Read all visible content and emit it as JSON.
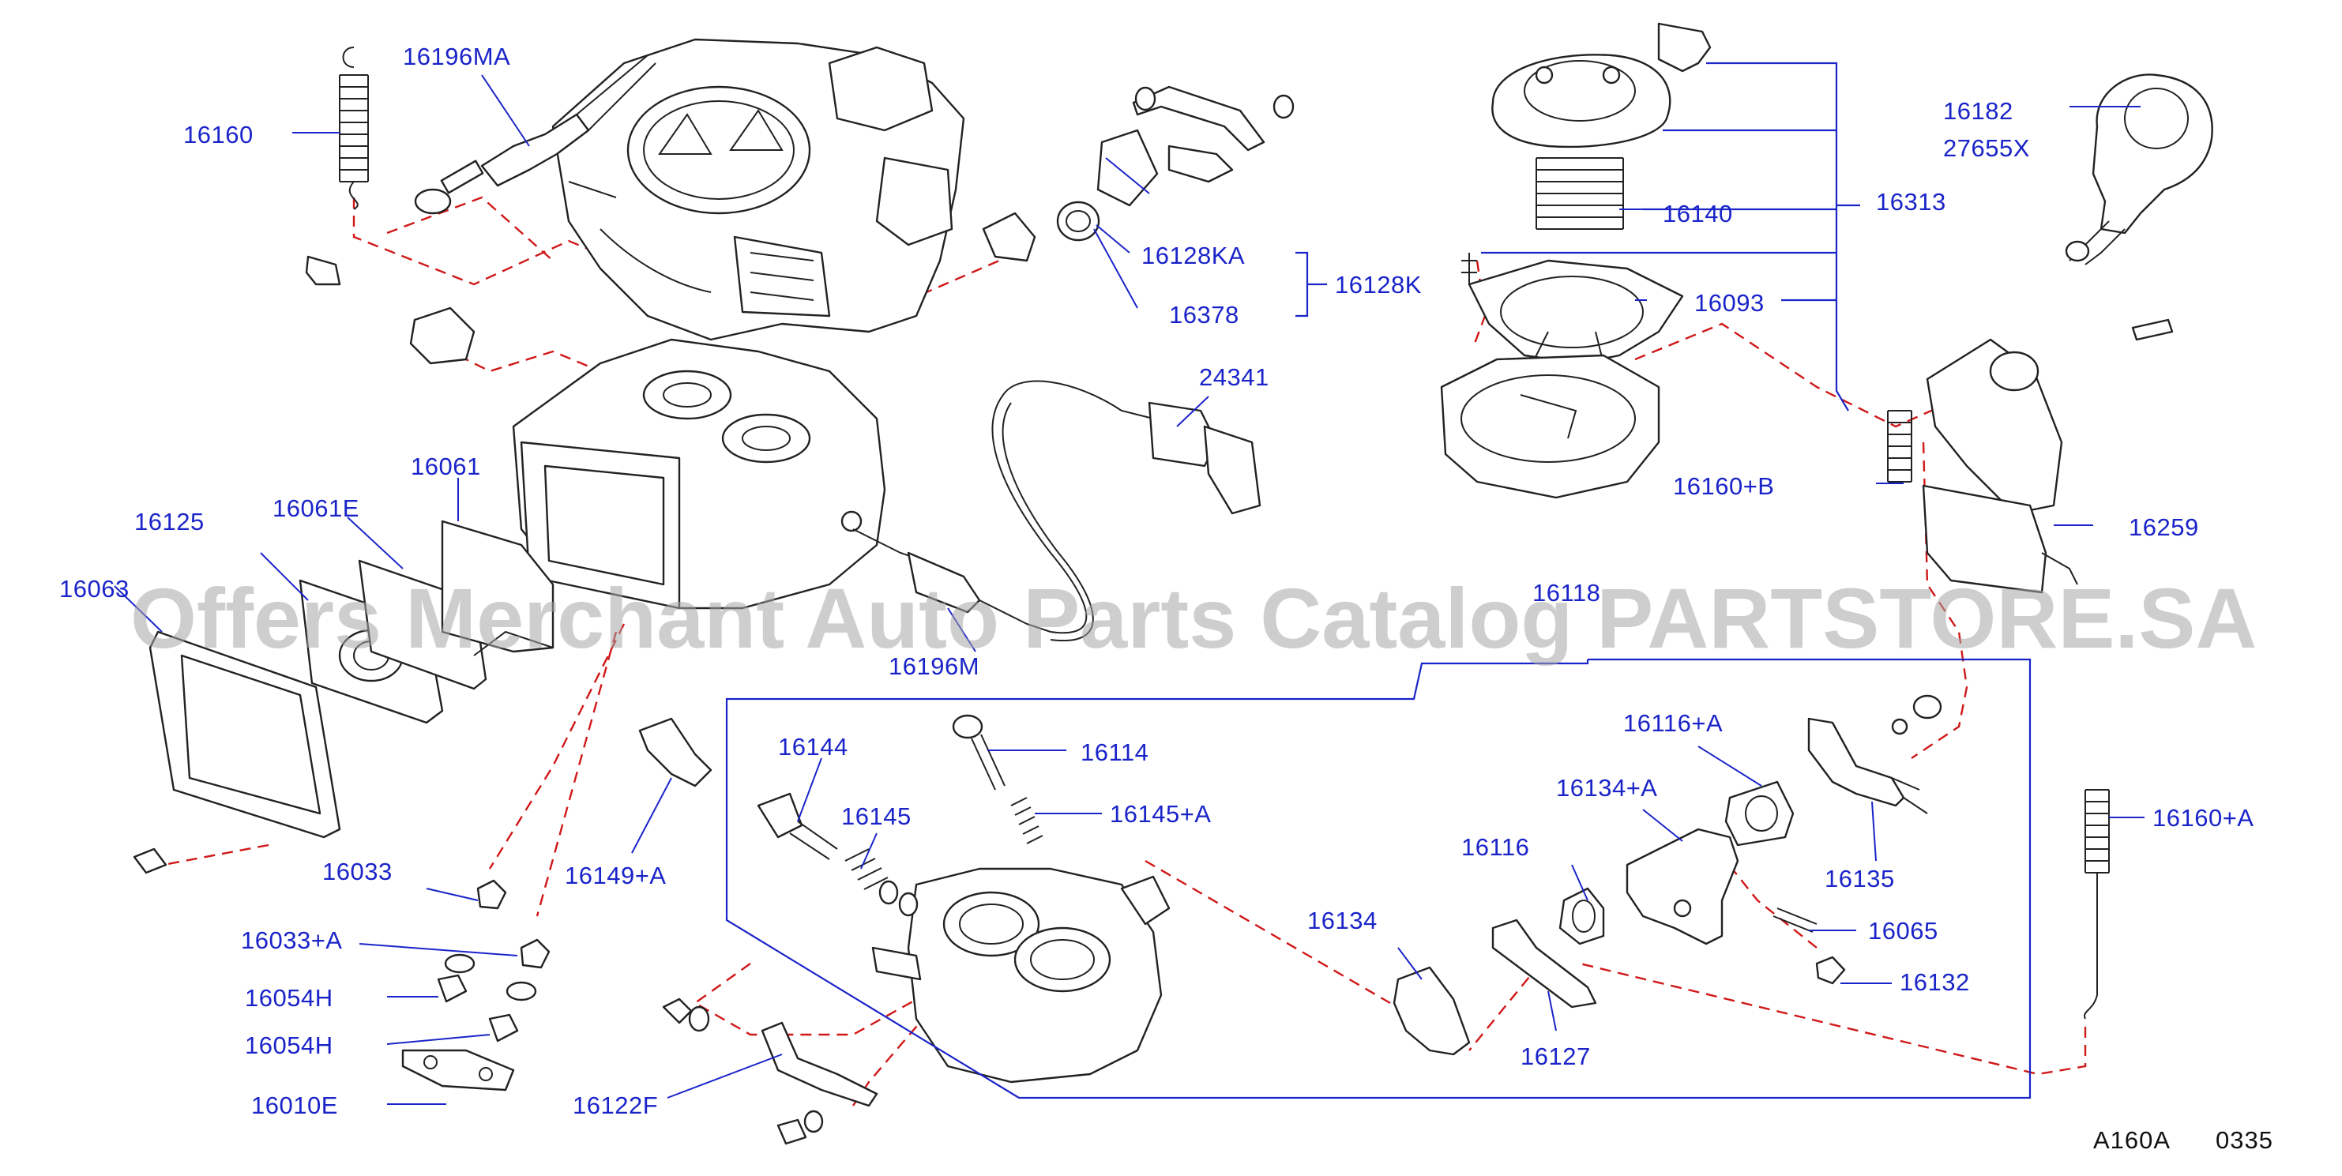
{
  "diagram": {
    "part_labels": {
      "p16160": "16160",
      "p16196MA": "16196MA",
      "p16128KA": "16128KA",
      "p16378": "16378",
      "p16128K": "16128K",
      "p16313": "16313",
      "p16140": "16140",
      "p16093": "16093",
      "p16182": "16182",
      "p27655X": "27655X",
      "p24341": "24341",
      "p16160B": "16160+B",
      "p16259": "16259",
      "p16061": "16061",
      "p16125": "16125",
      "p16061E": "16061E",
      "p16063": "16063",
      "p16196M": "16196M",
      "p16118": "16118",
      "p16144": "16144",
      "p16114": "16114",
      "p16145": "16145",
      "p16145A": "16145+A",
      "p16116A": "16116+A",
      "p16134A": "16134+A",
      "p16116": "16116",
      "p16065": "16065",
      "p16135": "16135",
      "p16160A": "16160+A",
      "p16134": "16134",
      "p16132": "16132",
      "p16127": "16127",
      "p16033": "16033",
      "p16149A": "16149+A",
      "p16033A": "16033+A",
      "p16054H_1": "16054H",
      "p16054H_2": "16054H",
      "p16010E": "16010E",
      "p16122F": "16122F"
    },
    "figure_code": "A160A",
    "page_code": "0335",
    "watermark": "Offers Merchant Auto Parts Catalog PARTSTORE.SA",
    "colors": {
      "label": "#1a24c8",
      "leader": "#1a24c8",
      "assembly_dash": "#d01818",
      "line_art": "#222222",
      "watermark": "#a5a5a5"
    }
  }
}
